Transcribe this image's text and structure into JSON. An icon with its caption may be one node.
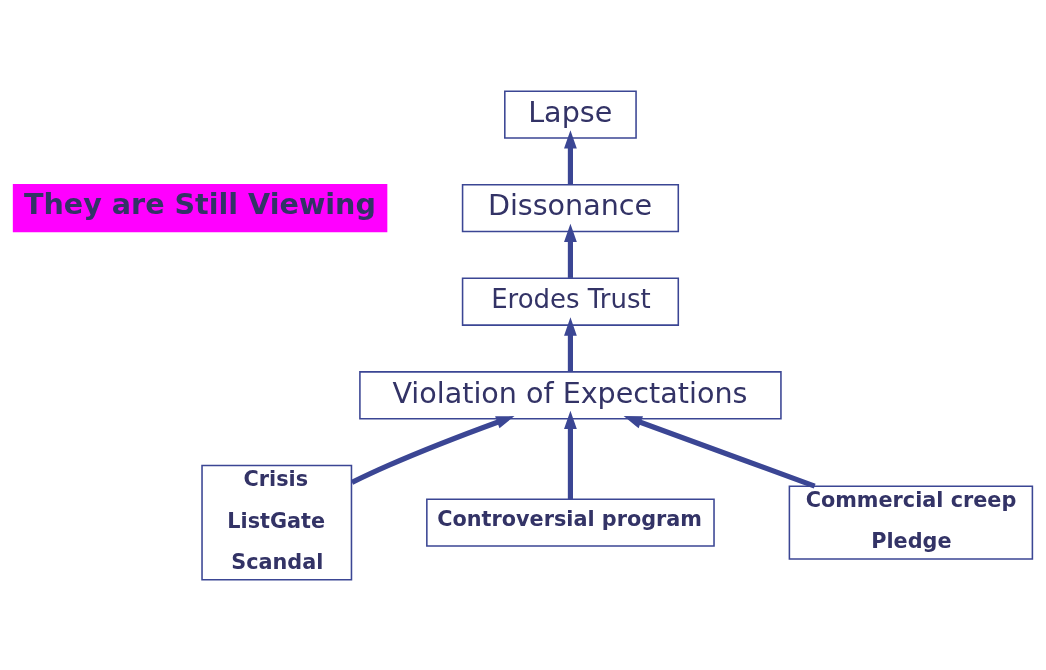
{
  "diagram": {
    "nodes": [
      {
        "text": [
          "Lapse"
        ]
      },
      {
        "text": [
          "Dissonance"
        ]
      },
      {
        "text": [
          "Erodes Trust"
        ]
      },
      {
        "text": [
          "Violation of Expectations"
        ]
      },
      {
        "text": [
          "Crisis",
          "ListGate",
          "Scandal"
        ]
      },
      {
        "text": [
          "Controversial program"
        ]
      },
      {
        "text": [
          "Commercial creep",
          "Pledge"
        ]
      },
      {
        "text": [
          "They are Still Viewing"
        ]
      }
    ],
    "edges": [
      {
        "from": 1,
        "to": 0,
        "arrow": "to"
      },
      {
        "from": 2,
        "to": 1,
        "arrow": "to"
      },
      {
        "from": 3,
        "to": 2,
        "arrow": "to"
      },
      {
        "from": 4,
        "to": 3,
        "arrow": "to"
      },
      {
        "from": 5,
        "to": 3,
        "arrow": "to"
      },
      {
        "from": 6,
        "to": 3,
        "arrow": "to"
      }
    ]
  }
}
